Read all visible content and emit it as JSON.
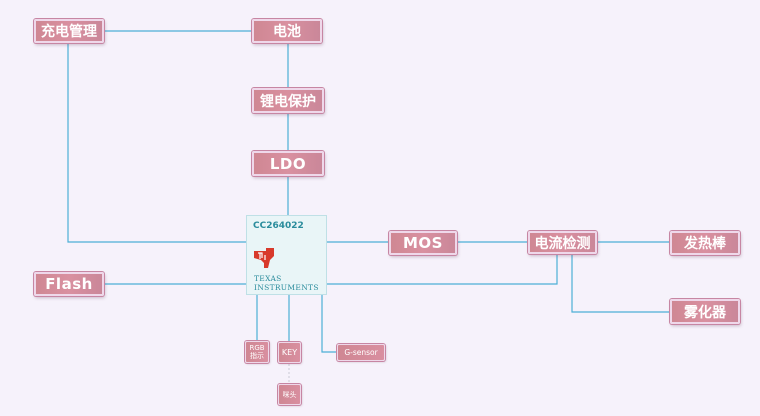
{
  "nodes": {
    "charge_mgmt": "充电管理",
    "battery": "电池",
    "li_protect": "锂电保护",
    "ldo": "LDO",
    "flash": "Flash",
    "mos": "MOS",
    "current_detect": "电流检测",
    "heating_rod": "发热棒",
    "atomizer": "雾化器",
    "rgb_line1": "RGB",
    "rgb_line2": "指示",
    "key": "KEY",
    "gsensor": "G-sensor",
    "buzzer": "咪头"
  },
  "chip": {
    "name": "CC264022",
    "brand_line1": "TEXAS",
    "brand_line2": "INSTRUMENTS"
  },
  "colors": {
    "background": "#f6f2fb",
    "node_fill": "#d58c9c",
    "node_border": "#efd8ea",
    "wire": "#4cb0d6",
    "chip_fill": "#e9f5f7",
    "chip_text": "#2a8c9c",
    "ti_logo": "#d8392b"
  }
}
